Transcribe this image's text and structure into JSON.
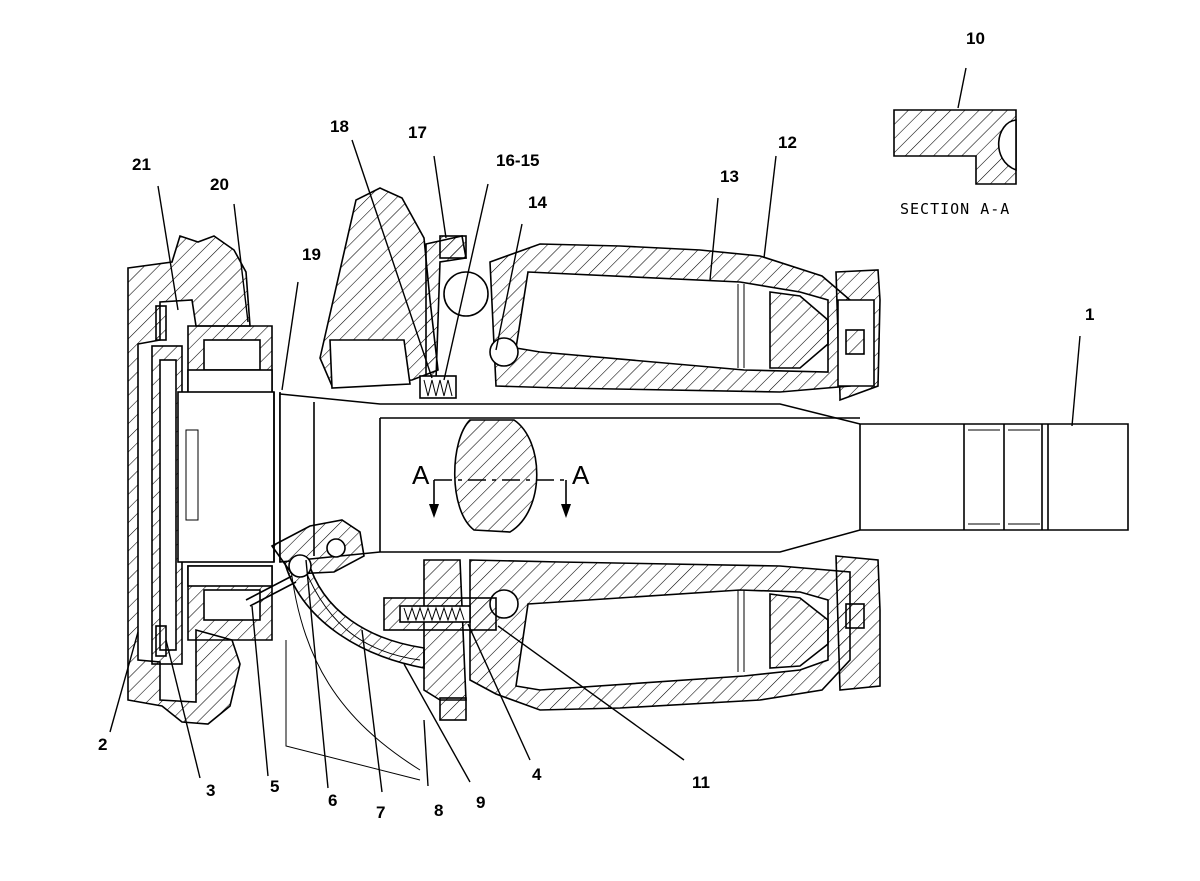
{
  "callouts": {
    "c1": "1",
    "c2": "2",
    "c3": "3",
    "c4": "4",
    "c5": "5",
    "c6": "6",
    "c7": "7",
    "c8": "8",
    "c9": "9",
    "c10": "10",
    "c11": "11",
    "c12": "12",
    "c13": "13",
    "c14": "14",
    "c16_15": "16-15",
    "c17": "17",
    "c18": "18",
    "c19": "19",
    "c20": "20",
    "c21": "21"
  },
  "section": {
    "title": "SECTION A-A",
    "cut_left": "A",
    "cut_right": "A"
  }
}
